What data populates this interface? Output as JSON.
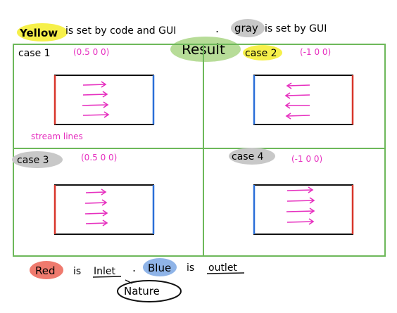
{
  "header": {
    "yellow_word": "Yellow",
    "yellow_rest": "is set by code and GUI",
    "dot": ".",
    "gray_word": "gray",
    "gray_rest": "is set by GUI",
    "result_label": "Result"
  },
  "cases": [
    {
      "label": "case 1",
      "vector": "(0.5  0  0)",
      "flow": "right",
      "inlet": "left"
    },
    {
      "label": "case 2",
      "vector": "(-1  0  0)",
      "flow": "left",
      "inlet": "right"
    },
    {
      "label": "case 3",
      "vector": "(0.5  0  0)",
      "flow": "right",
      "inlet": "left"
    },
    {
      "label": "case 4",
      "vector": "(-1  0  0)",
      "flow": "right",
      "inlet": "right"
    }
  ],
  "stream_lines_label": "stream lines",
  "footer": {
    "red_word": "Red",
    "is1": "is",
    "inlet": "Inlet",
    "dot": ".",
    "blue_word": "Blue",
    "is2": "is",
    "outlet": "outlet",
    "nature": "Nature"
  },
  "colors": {
    "highlight_yellow": "#f6f04a",
    "highlight_gray": "#c8c8c8",
    "highlight_green": "#b7dc98",
    "highlight_red": "#ef7a6e",
    "highlight_blue": "#8fb4e8",
    "grid_green": "#6db85a",
    "magenta": "#e62fbf",
    "inlet_red": "#d8352a",
    "outlet_blue": "#2a6fd8"
  }
}
